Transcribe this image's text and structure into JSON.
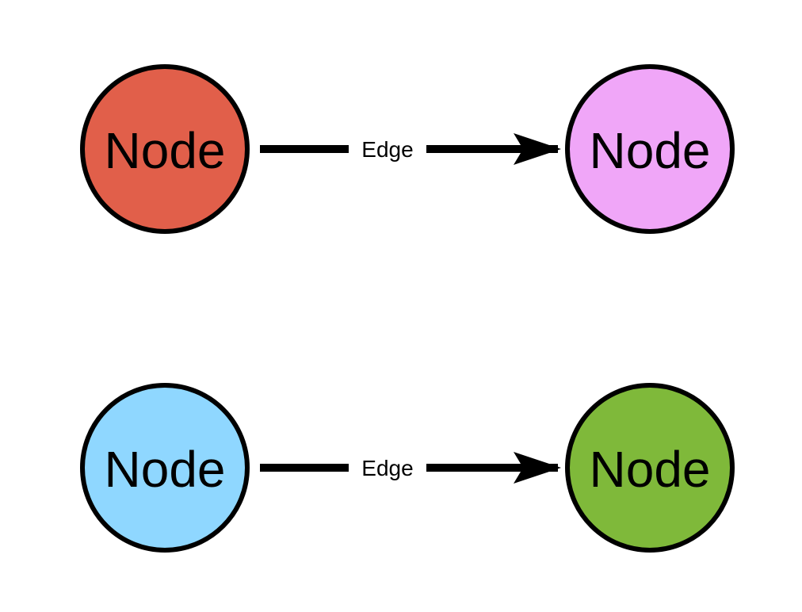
{
  "diagram": {
    "nodes": [
      {
        "label": "Node",
        "fill": "#E15F4A"
      },
      {
        "label": "Node",
        "fill": "#F0A6F8"
      },
      {
        "label": "Node",
        "fill": "#8FD7FF"
      },
      {
        "label": "Node",
        "fill": "#7FB93A"
      }
    ],
    "edges": [
      {
        "label": "Edge",
        "from": 0,
        "to": 1,
        "color": "#000000"
      },
      {
        "label": "Edge",
        "from": 2,
        "to": 3,
        "color": "#000000"
      }
    ],
    "stroke_color": "#000000"
  }
}
